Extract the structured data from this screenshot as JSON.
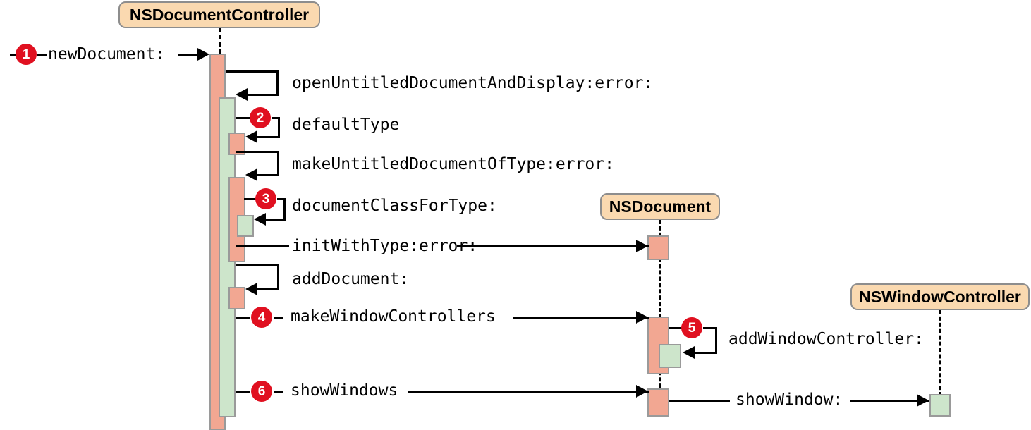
{
  "diagram": {
    "title": "NSDocumentController newDocument sequence",
    "colors": {
      "actor_fill": "#FAD9B0",
      "actor_border": "#8d8d8d",
      "activation_salmon": "#F2A792",
      "activation_green": "#CDE5CB",
      "activation_border": "#9a9a9a",
      "badge_red": "#E01020",
      "line_black": "#000000",
      "background": "#ffffff"
    }
  },
  "actors": [
    {
      "id": "nsdocumentcontroller",
      "label": "NSDocumentController"
    },
    {
      "id": "nsdocument",
      "label": "NSDocument"
    },
    {
      "id": "nswindowcontroller",
      "label": "NSWindowController"
    }
  ],
  "messages": [
    {
      "id": "m1",
      "label": "newDocument:",
      "step": "1",
      "kind": "found-to-controller"
    },
    {
      "id": "m2",
      "label": "openUntitledDocumentAndDisplay:error:",
      "step": null,
      "kind": "self-call"
    },
    {
      "id": "m3",
      "label": "defaultType",
      "step": "2",
      "kind": "self-call"
    },
    {
      "id": "m4",
      "label": "makeUntitledDocumentOfType:error:",
      "step": null,
      "kind": "self-call"
    },
    {
      "id": "m5",
      "label": "documentClassForType:",
      "step": "3",
      "kind": "self-call"
    },
    {
      "id": "m6",
      "label": "initWithType:error:",
      "step": null,
      "kind": "controller-to-document"
    },
    {
      "id": "m7",
      "label": "addDocument:",
      "step": null,
      "kind": "self-call"
    },
    {
      "id": "m8",
      "label": "makeWindowControllers",
      "step": "4",
      "kind": "controller-to-document"
    },
    {
      "id": "m9",
      "label": "addWindowController:",
      "step": "5",
      "kind": "self-call"
    },
    {
      "id": "m10",
      "label": "showWindows",
      "step": "6",
      "kind": "controller-to-document"
    },
    {
      "id": "m11",
      "label": "showWindow:",
      "step": null,
      "kind": "document-to-windowcontroller"
    }
  ],
  "steps": [
    {
      "number": "1",
      "message": "newDocument:"
    },
    {
      "number": "2",
      "message": "defaultType"
    },
    {
      "number": "3",
      "message": "documentClassForType:"
    },
    {
      "number": "4",
      "message": "makeWindowControllers"
    },
    {
      "number": "5",
      "message": "addWindowController:"
    },
    {
      "number": "6",
      "message": "showWindows"
    }
  ]
}
